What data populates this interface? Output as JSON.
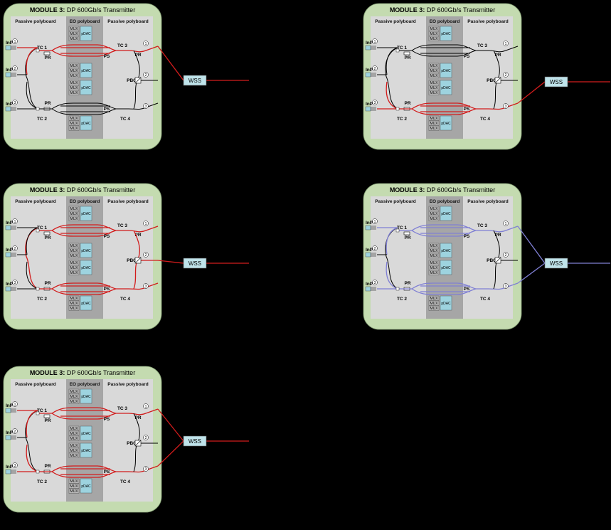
{
  "modules": [
    {
      "id": "A",
      "title_bold": "MODULE 3:",
      "title_rest": " DP 600Gb/s Transmitter",
      "active": [
        "ring-top",
        "chip-top",
        "out-top",
        "output-line"
      ],
      "color": "#d21c1c",
      "wss_port": 1
    },
    {
      "id": "B",
      "title_bold": "MODULE 3:",
      "title_rest": " DP 600Gb/s Transmitter",
      "active": [
        "ring-bot",
        "chip-bot",
        "out-bot",
        "output-line"
      ],
      "color": "#d21c1c",
      "wss_port": 3
    },
    {
      "id": "C",
      "title_bold": "MODULE 3:",
      "title_rest": " DP 600Gb/s Transmitter",
      "active": [
        "ring-mid",
        "chip-top",
        "chip-bot",
        "out-top",
        "out-bot",
        "pbc",
        "output-line"
      ],
      "color": "#d21c1c",
      "wss_port": 2
    },
    {
      "id": "D",
      "title_bold": "MODULE 3:",
      "title_rest": " DP 600Gb/s Transmitter",
      "active": [
        "ring-top",
        "ring-bot",
        "chip-top",
        "chip-bot",
        "out-top",
        "out-bot",
        "output-line"
      ],
      "color": "#7f7fd4",
      "wss_port": 13
    },
    {
      "id": "E",
      "title_bold": "MODULE 3:",
      "title_rest": " DP 600Gb/s Transmitter",
      "active": [
        "ring-top",
        "ring-bot",
        "chip-top",
        "chip-bot",
        "out-top",
        "out-bot",
        "output-line"
      ],
      "color": "#d21c1c",
      "wss_port": 13
    }
  ],
  "labels": {
    "passive_left": "Passive polyboard",
    "eo": "EO polyboard",
    "passive_right": "Passive polyboard",
    "inp": "InP",
    "tc1": "TC 1",
    "tc2": "TC 2",
    "tc3": "TC 3",
    "tc4": "TC 4",
    "pr": "PR",
    "ps": "PS",
    "pbc": "PBC",
    "mux": "MUX",
    "pdac": "pDAC",
    "wss": "WSS",
    "n1": "1",
    "n2": "2",
    "n3": "3"
  },
  "colors": {
    "background": "#000000",
    "module_fill": "#c4dbb0",
    "inner_fill": "#d9d9d9",
    "eo_fill": "#a6a6a6",
    "pdac_fill": "#9dd3df",
    "wss_fill": "#bfe3ea",
    "inactive_line": "#000000"
  }
}
